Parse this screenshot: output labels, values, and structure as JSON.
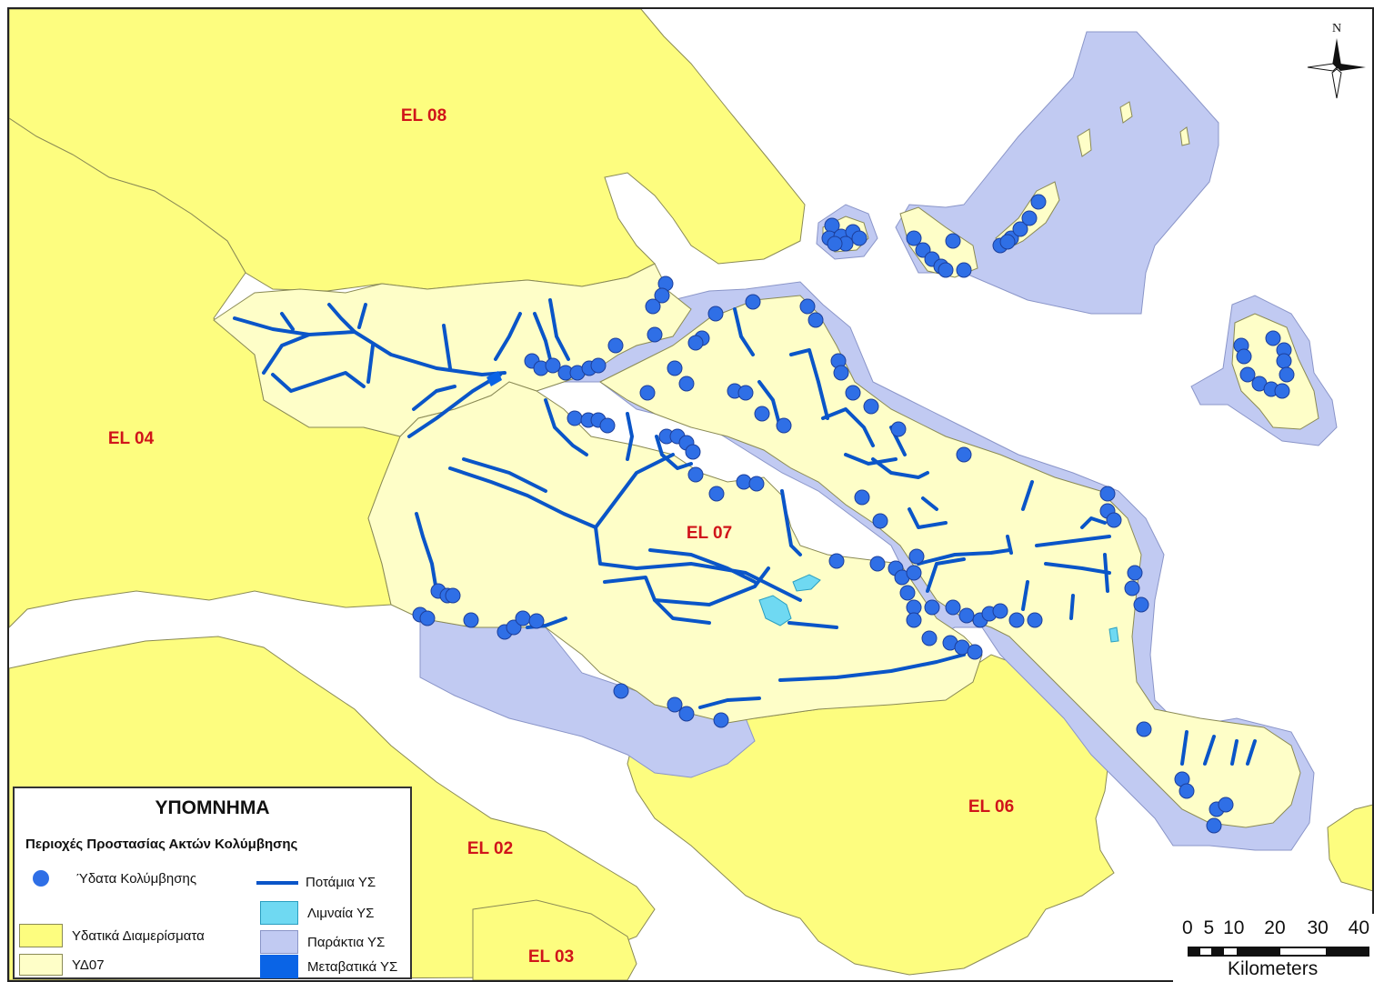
{
  "colors": {
    "water_districts": "#fdfd7f",
    "yd07": "#fefec8",
    "coastal": "#c1caf2",
    "rivers": "#0a55c8",
    "lakes": "#6fd9f2",
    "transitional": "#0a64e6",
    "bathing_points": "#2f6fe6"
  },
  "region_labels": [
    {
      "id": "el08",
      "text": "EL 08"
    },
    {
      "id": "el04",
      "text": "EL 04"
    },
    {
      "id": "el07",
      "text": "EL 07"
    },
    {
      "id": "el06",
      "text": "EL 06"
    },
    {
      "id": "el02",
      "text": "EL 02"
    },
    {
      "id": "el03",
      "text": "EL 03"
    }
  ],
  "north_arrow": {
    "label": "N",
    "icon": "north-arrow-icon"
  },
  "legend": {
    "title": "ΥΠΟΜΝΗΜΑ",
    "subtitle": "Περιοχές Προστασίας Ακτών Κολύμβησης",
    "bathing_waters": "Ύδατα Κολύμβησης",
    "rivers": "Ποτάμια ΥΣ",
    "lakes": "Λιμναία ΥΣ",
    "water_districts": "Υδατικά Διαμερίσματα",
    "coastal": "Παράκτια ΥΣ",
    "yd07": "ΥΔ07",
    "transitional": "Μεταβατικά ΥΣ"
  },
  "scale_bar": {
    "ticks": [
      "0",
      "5",
      "10",
      "20",
      "30",
      "40"
    ],
    "unit": "Kilometers"
  }
}
